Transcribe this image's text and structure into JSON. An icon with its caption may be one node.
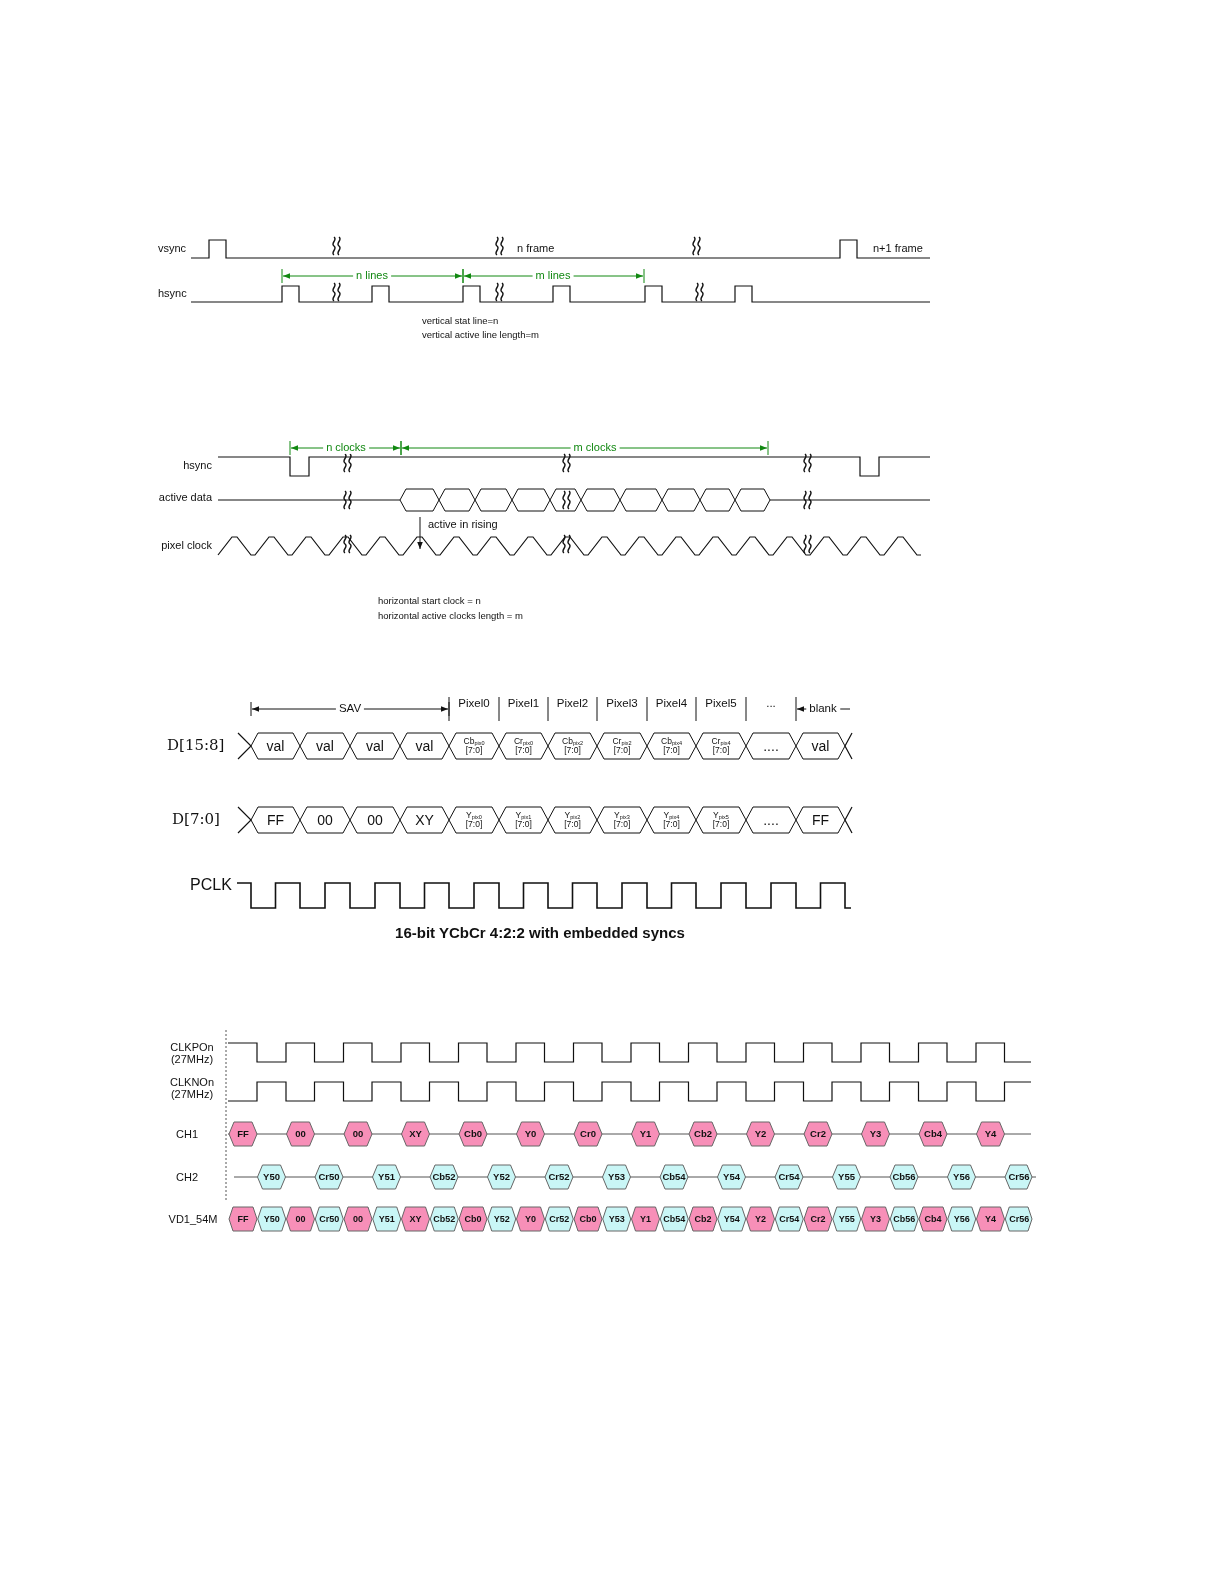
{
  "diagram": {
    "labels": [
      "vsync",
      "n frame",
      "n+1 frame",
      "n lines",
      "m lines",
      "hsync",
      "vertical stat line=n",
      "vertical active line length=m",
      "n clocks",
      "m clocks",
      "hsync",
      "active data",
      "active in rising",
      "pixel clock",
      "horizontal start clock = n",
      "horizontal active clocks length = m",
      "SAV",
      "Pixel0",
      "Pixel1",
      "Pixel2",
      "Pixel3",
      "Pixel4",
      "Pixel5",
      "...",
      "blank",
      "D[15:8]",
      "val",
      "val",
      "val",
      "val",
      "Cb$_{pix0}$ [7:0]",
      "Cr$_{pix0}$ [7:0]",
      "Cb$_{pix2}$ [7:0]",
      "Cr$_{pix2}$ [7:0]",
      "Cb$_{pix4}$ [7:0]",
      "Cr$_{pix4}$ [7:0]",
      "....",
      "val",
      "D[7:0]",
      "FF",
      "00",
      "00",
      "XY",
      "Y$_{pix0}$ [7:0]",
      "Y$_{pix1}$ [7:0]",
      "Y$_{pix2}$ [7:0]",
      "Y$_{pix3}$ [7:0]",
      "Y$_{pix4}$ [7:0]",
      "Y$_{pix5}$ [7:0]",
      "....",
      "FF",
      "PCLK",
      "16-bit YCbCr 4:2:2 with embedded syncs",
      "CLKPOn (27MHz)",
      "CLKNOn (27MHz)",
      "CH1",
      "FF",
      "00",
      "00",
      "XY",
      "Cb0",
      "Y0",
      "Cr0",
      "Y1",
      "Cb2",
      "Y2",
      "Cr2",
      "Y3",
      "Cb4",
      "Y4",
      "CH2",
      "Y50",
      "Cr50",
      "Y51",
      "Cb52",
      "Y52",
      "Cr52",
      "Y53",
      "Cb54",
      "Y54",
      "Cr54",
      "Y55",
      "Cb56",
      "Y56",
      "Cr56",
      "VD1_54M",
      "FF",
      "Y50",
      "00",
      "Cr50",
      "00",
      "Y51",
      "XY",
      "Cb52",
      "Cb0",
      "Y52",
      "Y0",
      "Cr52",
      "Cb0",
      "Y53",
      "Y1",
      "Cb54",
      "Cb2",
      "Y54",
      "Y2",
      "Cr54",
      "Cr2",
      "Y55",
      "Y3",
      "Cb56",
      "Cb4",
      "Y56",
      "Y4",
      "Cr56"
    ]
  }
}
